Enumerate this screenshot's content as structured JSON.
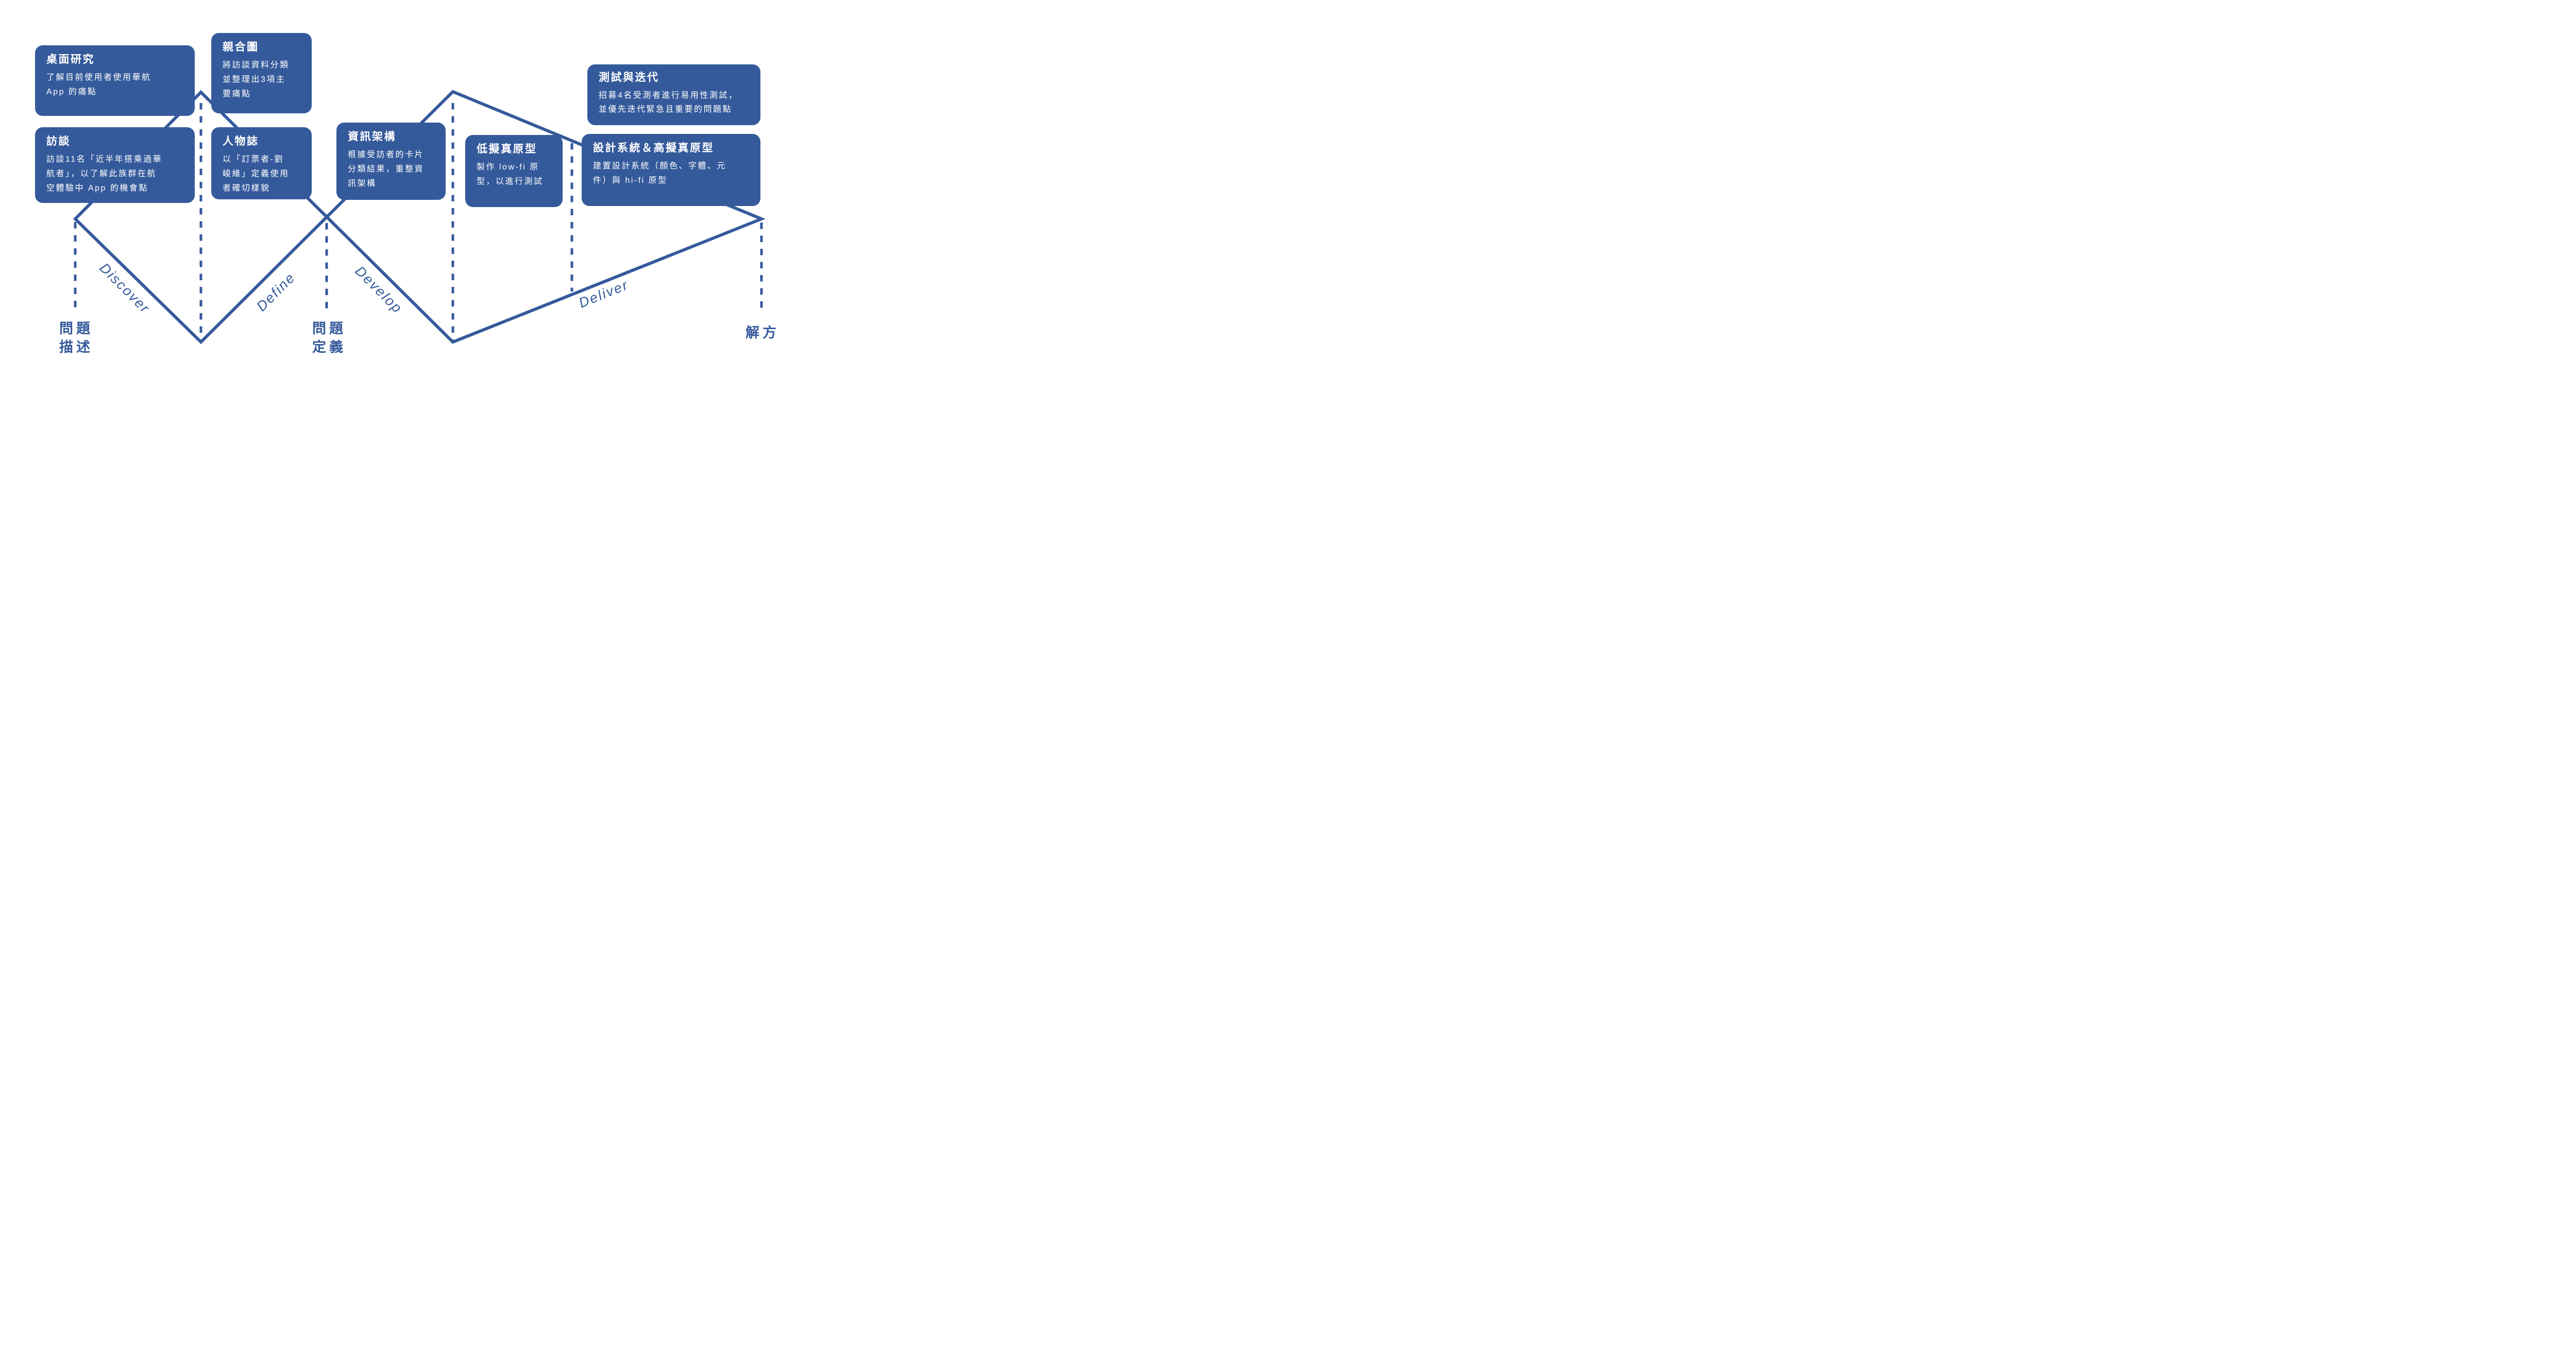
{
  "colors": {
    "accent_blue": "#355A9B",
    "card_text": "#FFFFFF",
    "background": "#FFFFFF"
  },
  "cards": [
    {
      "id": "desk-research",
      "title": "桌面研究",
      "body": "了解目前使用者使用華航\nApp 的痛點"
    },
    {
      "id": "affinity-diagram",
      "title": "親合圖",
      "body": "將訪談資料分類\n並整理出3項主\n要痛點"
    },
    {
      "id": "interview",
      "title": "訪談",
      "body": "訪談11名「近半年搭乘過華\n航者」，以了解此族群在航\n空體驗中 App 的機會點"
    },
    {
      "id": "persona",
      "title": "人物誌",
      "body": "以「訂票者-劉\n峻維」定義使用\n者確切樣貌"
    },
    {
      "id": "information-architecture",
      "title": "資訊架構",
      "body": "根據受訪者的卡片\n分類結果，重整資\n訊架構"
    },
    {
      "id": "low-fi-prototype",
      "title": "低擬真原型",
      "body": "製作 low-fi 原\n型，以進行測試"
    },
    {
      "id": "test-and-iterate",
      "title": "測試與迭代",
      "body": "招募4名受測者進行易用性測試，\n並優先迭代緊急且重要的問題點"
    },
    {
      "id": "design-system-hifi",
      "title": "設計系統＆高擬真原型",
      "body": "建置設計系統（顏色、字體、元\n件）與 hi-fi 原型"
    }
  ],
  "phases": [
    {
      "id": "discover",
      "label": "Discover"
    },
    {
      "id": "define",
      "label": "Define"
    },
    {
      "id": "develop",
      "label": "Develop"
    },
    {
      "id": "deliver",
      "label": "Deliver"
    }
  ],
  "milestones": [
    {
      "id": "problem-statement",
      "label": "問題\n描述"
    },
    {
      "id": "problem-definition",
      "label": "問題\n定義"
    },
    {
      "id": "solution",
      "label": "解方"
    }
  ]
}
